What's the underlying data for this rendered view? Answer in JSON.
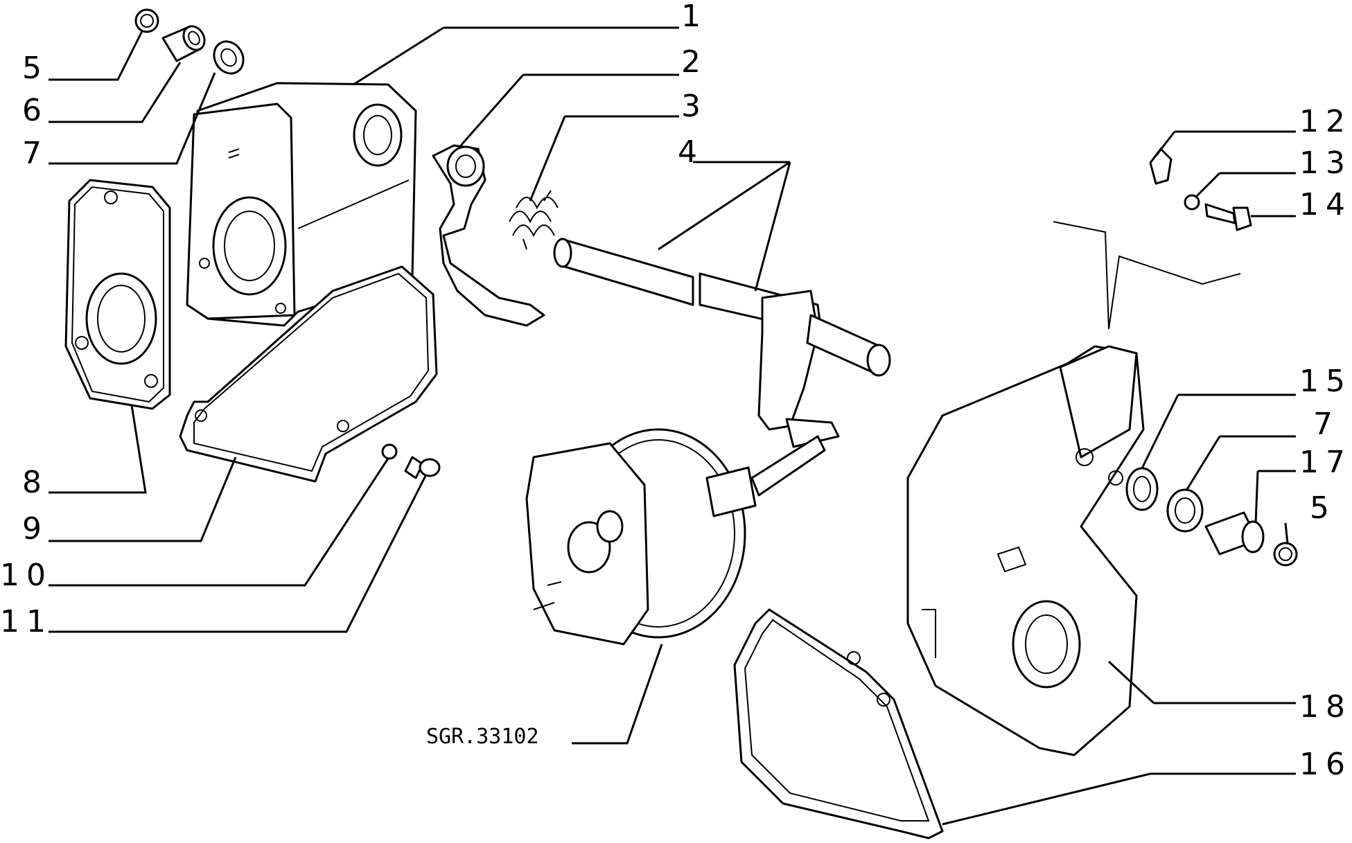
{
  "diagram": {
    "reference": "SGR.33102",
    "callouts": {
      "c1": "1",
      "c2": "2",
      "c3": "3",
      "c4": "4",
      "c5a": "5",
      "c6": "6",
      "c7a": "7",
      "c8": "8",
      "c9": "9",
      "c10": "10",
      "c11": "11",
      "c12": "12",
      "c13": "13",
      "c14": "14",
      "c15": "15",
      "c7b": "7",
      "c17": "17",
      "c5b": "5",
      "c18": "18",
      "c16": "16"
    }
  }
}
